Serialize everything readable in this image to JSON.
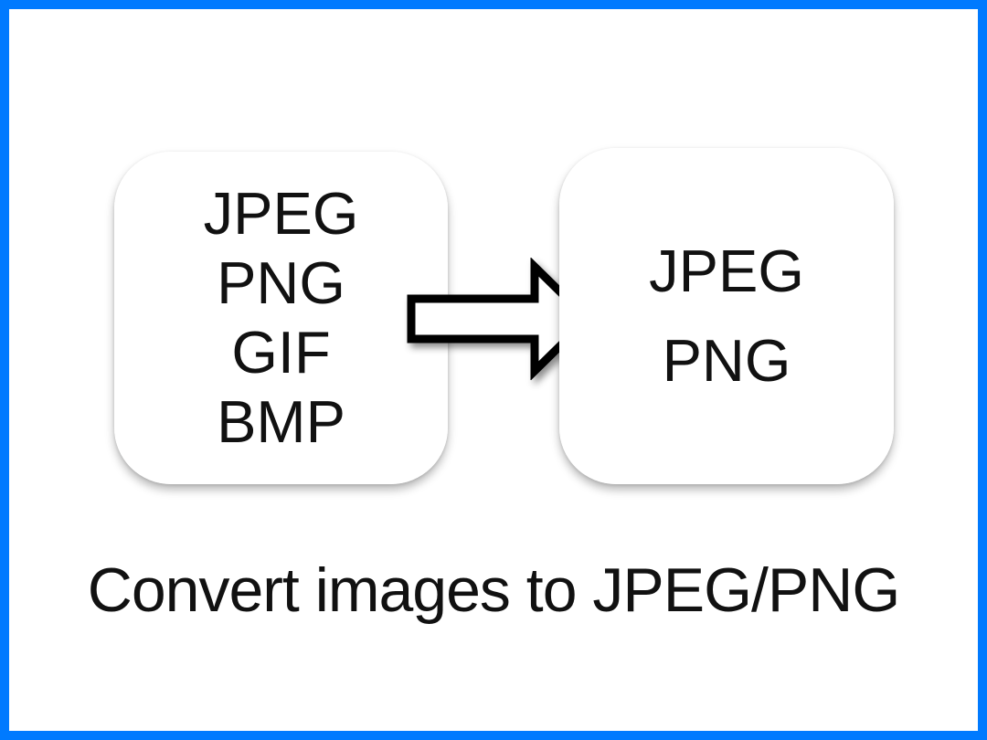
{
  "page": {
    "background_color": "#ffffff",
    "border_color": "#007AFF",
    "text_color": "#111111",
    "caption": "Convert images to JPEG/PNG"
  },
  "source_box": {
    "items": [
      "JPEG",
      "PNG",
      "GIF",
      "BMP"
    ]
  },
  "target_box": {
    "items": [
      "JPEG",
      "PNG"
    ]
  },
  "arrow": {
    "icon": "right-arrow-icon",
    "direction": "right",
    "fill_color": "#ffffff",
    "stroke_color": "#000000"
  }
}
